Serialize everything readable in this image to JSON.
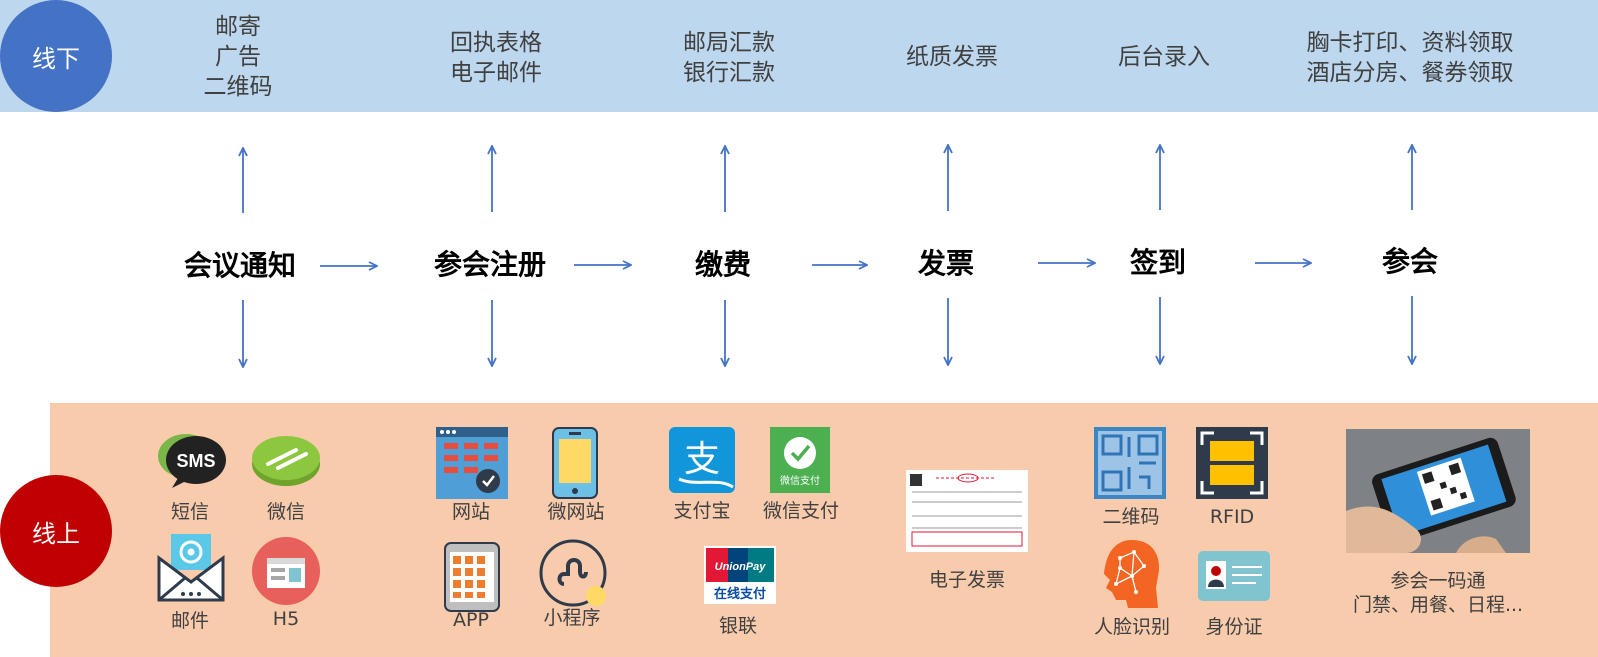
{
  "offline": {
    "badge": "线下",
    "items": [
      {
        "lines": [
          "邮寄",
          "广告",
          "二维码"
        ]
      },
      {
        "lines": [
          "回执表格",
          "电子邮件"
        ]
      },
      {
        "lines": [
          "邮局汇款",
          "银行汇款"
        ]
      },
      {
        "lines": [
          "纸质发票"
        ]
      },
      {
        "lines": [
          "后台录入"
        ]
      },
      {
        "lines": [
          "胸卡打印、资料领取",
          "酒店分房、餐券领取"
        ]
      }
    ]
  },
  "stages": [
    "会议通知",
    "参会注册",
    "缴费",
    "发票",
    "签到",
    "参会"
  ],
  "online": {
    "badge": "线上",
    "labels": {
      "sms": "短信",
      "wechat": "微信",
      "email": "邮件",
      "h5": "H5",
      "website": "网站",
      "mobile_site": "微网站",
      "app": "APP",
      "miniprogram": "小程序",
      "alipay": "支付宝",
      "wechat_pay": "微信支付",
      "unionpay": "银联",
      "e_invoice": "电子发票",
      "qrcode": "二维码",
      "rfid": "RFID",
      "face": "人脸识别",
      "idcard": "身份证",
      "attend_line1": "参会一码通",
      "attend_line2": "门禁、用餐、日程..."
    },
    "icon_text": {
      "sms": "SMS",
      "unionpay_top": "UnionPay",
      "unionpay_bottom": "在线支付",
      "wechat_pay_caption": "微信支付"
    }
  },
  "colors": {
    "offline_band": "#bdd7ee",
    "online_band": "#f8cbad",
    "offline_badge": "#4472c4",
    "online_badge": "#c00000",
    "arrow": "#4472c4"
  }
}
